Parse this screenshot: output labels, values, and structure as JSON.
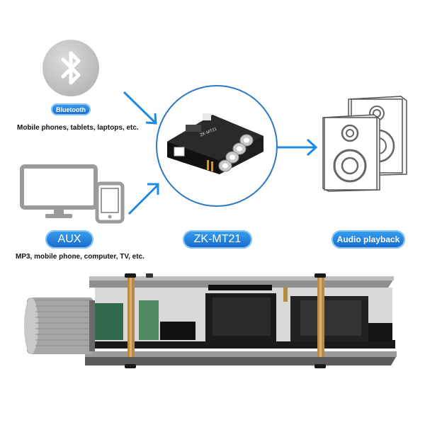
{
  "sources": {
    "bluetooth": {
      "badge": "Bluetooth",
      "caption": "Mobile phones, tablets, laptops, etc.",
      "icon": "bluetooth-icon"
    },
    "aux": {
      "badge": "AUX",
      "caption": "MP3, mobile phone, computer, TV, etc.",
      "icons": [
        "monitor-icon",
        "smartphone-icon"
      ]
    }
  },
  "device": {
    "label": "ZK-MT21",
    "board_text": "ZK-MT21"
  },
  "output": {
    "label": "Audio playback",
    "icon": "speaker-icon"
  },
  "colors": {
    "arrow": "#1e8ae0",
    "badge": "#1668c9",
    "icon_gray": "#9b9b9b"
  }
}
